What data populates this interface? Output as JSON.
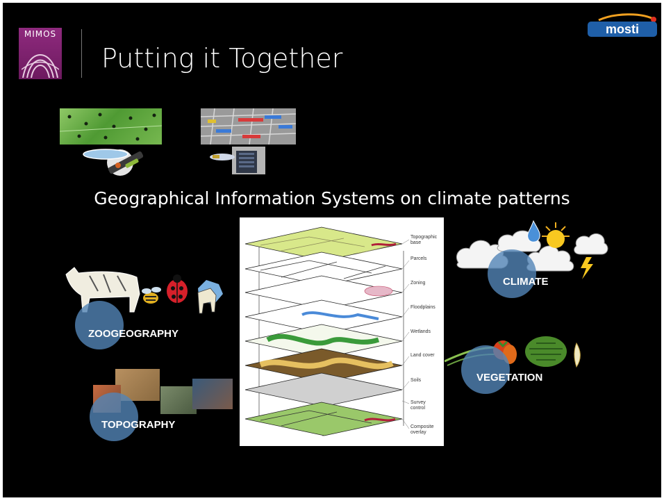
{
  "header": {
    "title": "Putting it Together",
    "left_logo_text": "MIMOS",
    "right_logo_text": "mosti"
  },
  "subtitle": "Geographical Information Systems on climate patterns",
  "themes": {
    "zoogeography": "ZOOGEOGRAPHY",
    "topography": "TOPOGRAPHY",
    "climate": "CLIMATE",
    "vegetation": "VEGETATION"
  },
  "diagram": {
    "layers": [
      "Topographic base",
      "Parcels",
      "Zoning",
      "Floodplains",
      "Wetlands",
      "Land cover",
      "Soils",
      "Survey control",
      "Composite overlay"
    ]
  },
  "colors": {
    "background": "#000000",
    "circle": "#5284b6",
    "mimos_purple": "#8f2a7e",
    "mosti_blue": "#1f5fa8"
  }
}
